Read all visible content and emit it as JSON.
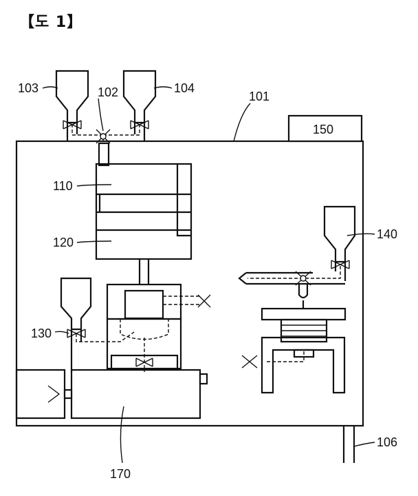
{
  "figure": {
    "title": "【도 1】"
  },
  "labels": {
    "l101": "101",
    "l102": "102",
    "l103": "103",
    "l104": "104",
    "l106": "106",
    "l110": "110",
    "l120": "120",
    "l130": "130",
    "l140": "140",
    "l150": "150",
    "l170": "170"
  }
}
